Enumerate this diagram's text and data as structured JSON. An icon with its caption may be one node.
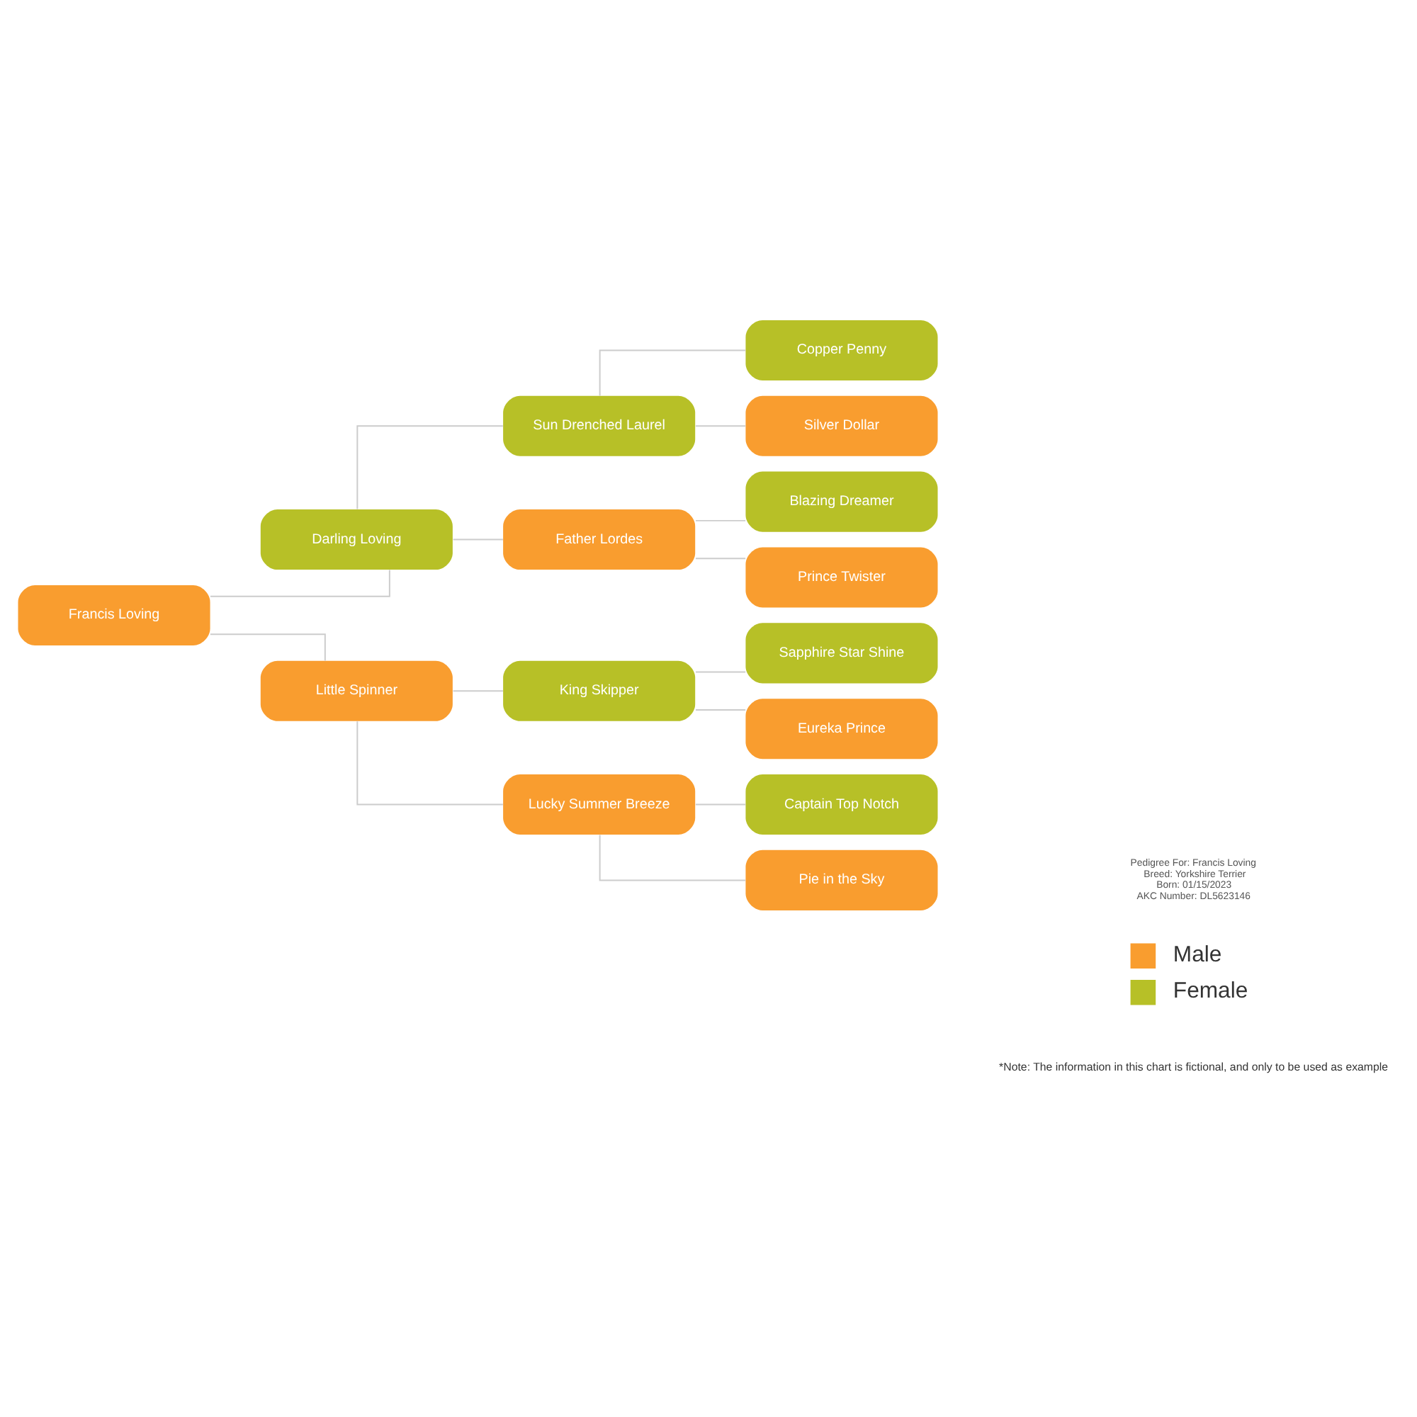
{
  "diagram": {
    "nodes": [
      {
        "text": [
          "Francis Loving"
        ]
      },
      {
        "text": [
          "Darling Loving"
        ]
      },
      {
        "text": [
          "Little Spinner"
        ]
      },
      {
        "text": [
          "Sun Drenched Laurel"
        ]
      },
      {
        "text": [
          "Father Lordes"
        ]
      },
      {
        "text": [
          "King Skipper"
        ]
      },
      {
        "text": [
          "Lucky Summer Breeze"
        ]
      },
      {
        "text": [
          "Copper Penny"
        ]
      },
      {
        "text": [
          "Silver Dollar"
        ]
      },
      {
        "text": [
          "Blazing Dreamer"
        ]
      },
      {
        "text": [
          "Prince Twister"
        ]
      },
      {
        "text": [
          "Sapphire Star Shine"
        ]
      },
      {
        "text": [
          "Eureka Prince"
        ]
      },
      {
        "text": [
          "Captain Top Notch"
        ]
      },
      {
        "text": [
          "Pie in the Sky"
        ]
      }
    ],
    "edges": [
      {
        "from": 0,
        "to": 1,
        "arrow": "none"
      },
      {
        "from": 0,
        "to": 2,
        "arrow": "none"
      },
      {
        "from": 1,
        "to": 3,
        "arrow": "none"
      },
      {
        "from": 1,
        "to": 4,
        "arrow": "none"
      },
      {
        "from": 2,
        "to": 5,
        "arrow": "none"
      },
      {
        "from": 2,
        "to": 6,
        "arrow": "none"
      },
      {
        "from": 3,
        "to": 7,
        "arrow": "none"
      },
      {
        "from": 3,
        "to": 8,
        "arrow": "none"
      },
      {
        "from": 4,
        "to": 9,
        "arrow": "none"
      },
      {
        "from": 4,
        "to": 10,
        "arrow": "none"
      },
      {
        "from": 5,
        "to": 11,
        "arrow": "none"
      },
      {
        "from": 5,
        "to": 12,
        "arrow": "none"
      },
      {
        "from": 6,
        "to": 13,
        "arrow": "none"
      },
      {
        "from": 6,
        "to": 14,
        "arrow": "none"
      }
    ],
    "labels": [
      "Pedigree For: Francis Loving",
      "Breed: Yorkshire Terrier",
      "Born: 01/15/2023",
      "AKC Number: DL5623146",
      "*Note: The information in this chart is fictional, and only to be used as example"
    ],
    "legend": [
      {
        "text": "Male",
        "color": "#f99d2f"
      },
      {
        "text": "Female",
        "color": "#b7c027"
      }
    ]
  }
}
